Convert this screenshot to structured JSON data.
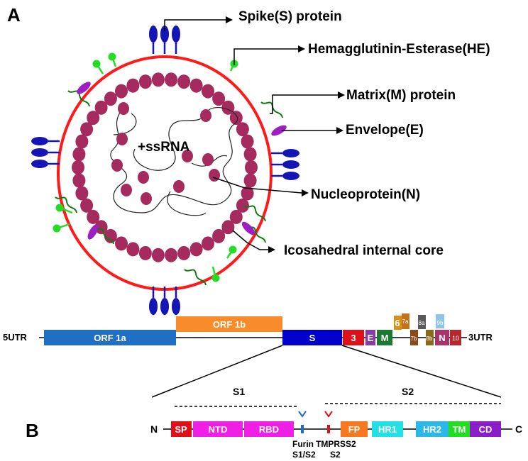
{
  "panel_a": {
    "letter": "A",
    "genome_label": "+ssRNA",
    "callouts": {
      "spike": "Spike(S) protein",
      "he": "Hemagglutinin-Esterase(HE)",
      "matrix": "Matrix(M) protein",
      "envelope": "Envelope(E)",
      "nucleoprotein": "Nucleoprotein(N)",
      "core": "Icosahedral internal core"
    },
    "colors": {
      "envelope_ring": "#ff1a1a",
      "nucleocapsid_bead": "#a52a5e",
      "spike": "#1515b5",
      "he": "#22dd22",
      "m_protein": "#0f7a0f",
      "e_protein": "#9b1fc1"
    }
  },
  "genome": {
    "utr5": "5UTR",
    "utr3": "3UTR",
    "orf1a": "ORF 1a",
    "orf1b": "ORF 1b",
    "s": "S",
    "g3": "3",
    "e": "E",
    "m": "M",
    "g6": "6",
    "g7a": "7a",
    "g7b": "7b",
    "g8a": "8a",
    "g8b": "8b",
    "g9b": "9b",
    "n": "N",
    "g10": "10",
    "colors": {
      "orf1a": "#1f6fc4",
      "orf1b": "#f98c2a",
      "s": "#0000cc",
      "g3": "#e0101a",
      "e": "#8a3aa6",
      "m": "#1a7a32",
      "g6": "#d89218",
      "g7a": "#c2721b",
      "g7b": "#8a4a1a",
      "g8a": "#5a5a5a",
      "g8b": "#8a6a1a",
      "g9b": "#8fc6e8",
      "n": "#a8346a",
      "g10": "#b5282e"
    }
  },
  "panel_b": {
    "letter": "B",
    "s1": "S1",
    "s2": "S2",
    "n_term": "N",
    "c_term": "C",
    "furin": "Furin",
    "furin_site": "S1/S2",
    "tmprss2": "TMPRSS2",
    "tmprss2_site": "S2",
    "domains": {
      "sp": "SP",
      "ntd": "NTD",
      "rbd": "RBD",
      "fp": "FP",
      "hr1": "HR1",
      "hr2": "HR2",
      "tm": "TM",
      "cd": "CD"
    },
    "colors": {
      "sp": "#e0101a",
      "ntd": "#f01fe6",
      "rbd": "#f01fe6",
      "fp": "#f7781e",
      "hr1": "#22e0e6",
      "hr2": "#2ab8e6",
      "tm": "#22dd22",
      "cd": "#8a1fc8",
      "furin_mark": "#1a6ec4",
      "tmprss2_mark": "#e0101a"
    }
  }
}
